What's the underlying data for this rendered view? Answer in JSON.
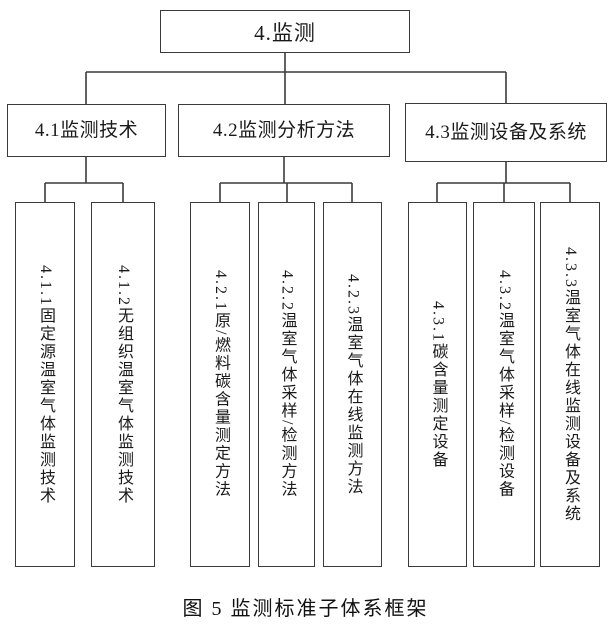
{
  "diagram": {
    "root": {
      "label": "4.监测"
    },
    "branches": [
      {
        "label": "4.1监测技术",
        "children": [
          {
            "label": "4.1.1固定源温室气体监测技术"
          },
          {
            "label": "4.1.2无组织温室气体监测技术"
          }
        ]
      },
      {
        "label": "4.2监测分析方法",
        "children": [
          {
            "label": "4.2.1原/燃料碳含量测定方法"
          },
          {
            "label": "4.2.2温室气体采样/检测方法"
          },
          {
            "label": "4.2.3温室气体在线监测方法"
          }
        ]
      },
      {
        "label": "4.3监测设备及系统",
        "children": [
          {
            "label": "4.3.1碳含量测定设备"
          },
          {
            "label": "4.3.2温室气体采样/检测设备"
          },
          {
            "label": "4.3.3温室气体在线监测设备及系统"
          }
        ]
      }
    ],
    "caption": "图 5 监测标准子体系框架",
    "colors": {
      "line": "#3a3a3a",
      "text": "#1a1a1a",
      "background": "#ffffff"
    }
  }
}
